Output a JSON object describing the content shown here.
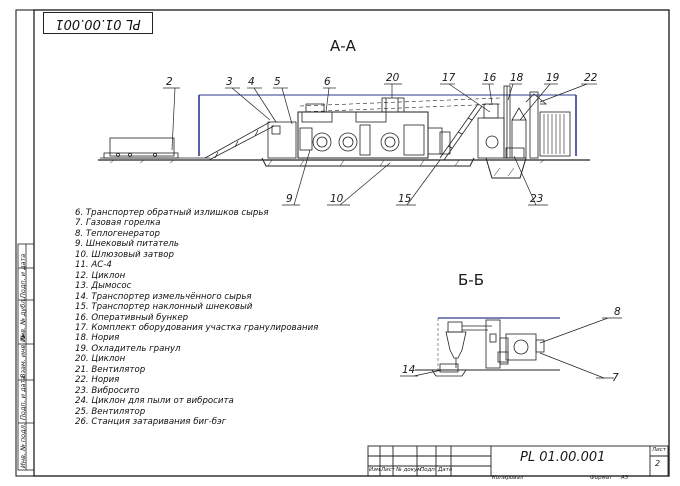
{
  "drawing": {
    "designation": "PL 01.00.001",
    "designation_inverted": "PL 01.00.001",
    "section_a": "А-А",
    "section_b": "Б-Б"
  },
  "callouts_a": [
    "2",
    "3",
    "4",
    "5",
    "6",
    "20",
    "17",
    "16",
    "18",
    "19",
    "22",
    "9",
    "10",
    "15",
    "23"
  ],
  "callouts_b": [
    "8",
    "14",
    "7"
  ],
  "legend": [
    "6. Транспортер обратный излишков сырья",
    "7. Газовая горелка",
    "8. Теплогенератор",
    "9. Шнековый питатель",
    "10. Шлюзовый затвор",
    "11. АС-4",
    "12. Циклон",
    "13. Дымосос",
    "14. Транспортер измельчённого сырья",
    "15. Транспортер наклонный шнековый",
    "16. Оперативный бункер",
    "17. Комплект оборудования участка гранулирования",
    "18. Нория",
    "19. Охладитель гранул",
    "20. Циклон",
    "21. Вентилятор",
    "22. Нория",
    "23. Вибросито",
    "24. Циклон для пыли от вибросита",
    "25. Вентилятор",
    "26. Станция затаривания биг-бэг"
  ],
  "side_stamp": [
    "Инв. № подл.",
    "Подп. и дата",
    "Взам. инв. №",
    "Инв. № дубл.",
    "Подп. и дата"
  ],
  "title_block": {
    "headers": [
      "Изм.",
      "Лист",
      "№ докум.",
      "Подп.",
      "Дата"
    ],
    "sheet_label": "Лист",
    "sheet_number": "2",
    "copied": "Копировал",
    "format_label": "Формат",
    "format_value": "A3"
  }
}
